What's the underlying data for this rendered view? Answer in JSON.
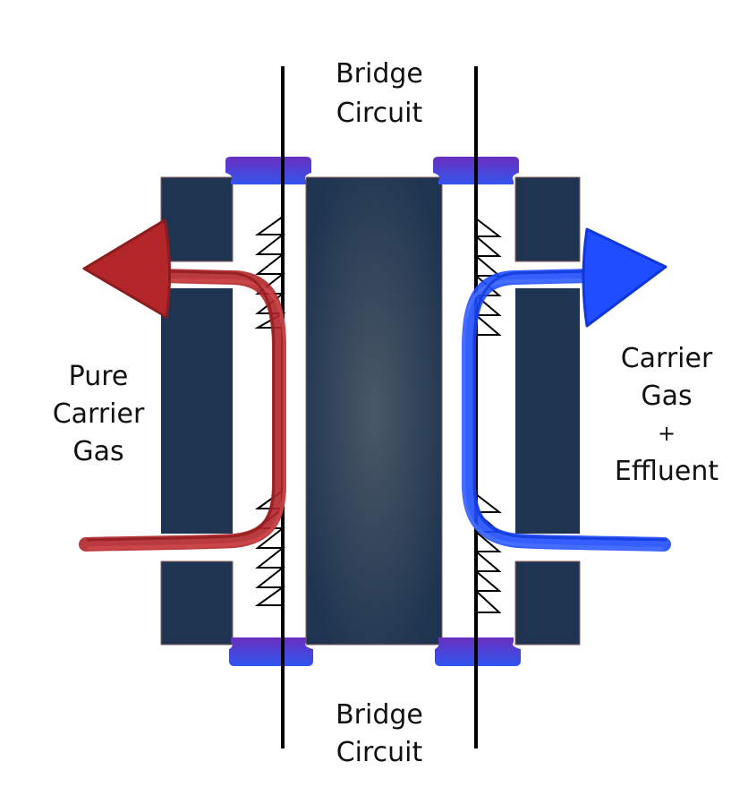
{
  "labels": {
    "bridge_top_1": "Bridge",
    "bridge_top_2": "Circuit",
    "bridge_bottom_1": "Bridge",
    "bridge_bottom_2": "Circuit",
    "left_1": "Pure",
    "left_2": "Carrier",
    "left_3": "Gas",
    "right_1": "Carrier",
    "right_2": "Gas",
    "right_3": "+",
    "right_4": "Effluent"
  },
  "colors": {
    "block": "#1e3450",
    "block_center": "#3c4d5e",
    "cap": "#5b3cd0",
    "cap_light": "#3d5cf2",
    "reference_flow": "#b3262a",
    "sample_flow": "#1f4dff",
    "wire": "#000000"
  },
  "icons": {
    "filament": "zigzag-resistor-icon",
    "flow_arrow": "arrow-icon"
  }
}
